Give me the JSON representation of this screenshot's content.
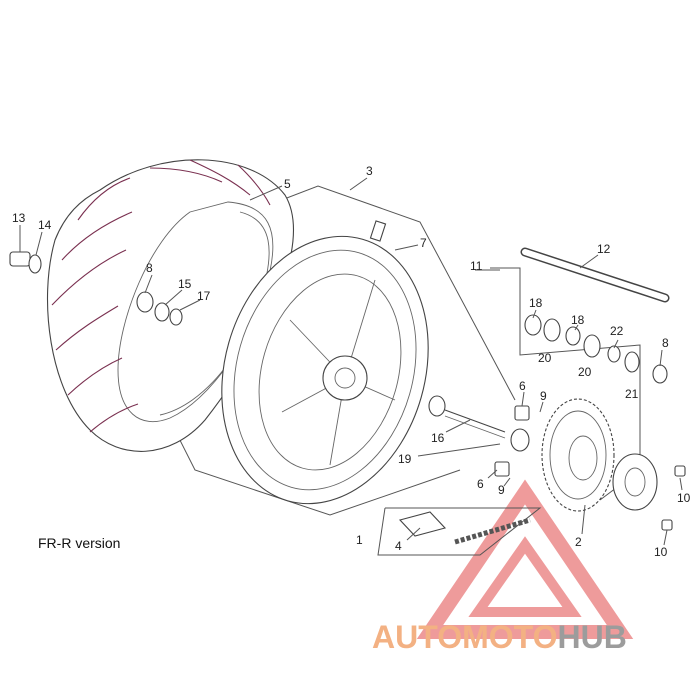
{
  "caption": "FR-R version",
  "watermark": {
    "parts": [
      "AUTO",
      "MOTO",
      "HUB"
    ],
    "colors": [
      "#f3b183",
      "#f3b183",
      "#9c9c9c"
    ],
    "logo_color": "#ec8a8a"
  },
  "callouts": {
    "c1": "1",
    "c2": "2",
    "c3": "3",
    "c4": "4",
    "c5": "5",
    "c6a": "6",
    "c6b": "6",
    "c7": "7",
    "c8a": "8",
    "c8b": "8",
    "c9a": "9",
    "c9b": "9",
    "c10a": "10",
    "c10b": "10",
    "c11": "11",
    "c12": "12",
    "c13": "13",
    "c14": "14",
    "c15": "15",
    "c16": "16",
    "c17": "17",
    "c18a": "18",
    "c18b": "18",
    "c19": "19",
    "c20a": "20",
    "c20b": "20",
    "c21": "21",
    "c22": "22"
  }
}
